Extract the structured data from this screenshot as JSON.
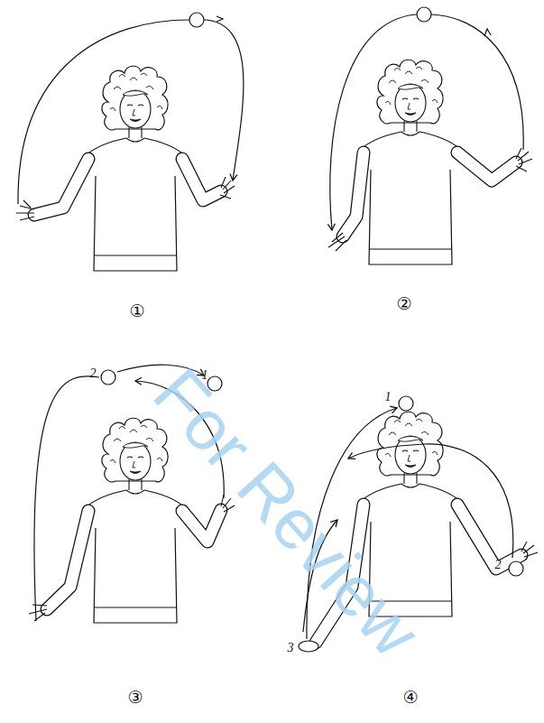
{
  "diagram": {
    "labels": [
      "①",
      "②",
      "2",
      "1",
      "③",
      "1",
      "3",
      "2",
      "④",
      "For Review"
    ]
  }
}
